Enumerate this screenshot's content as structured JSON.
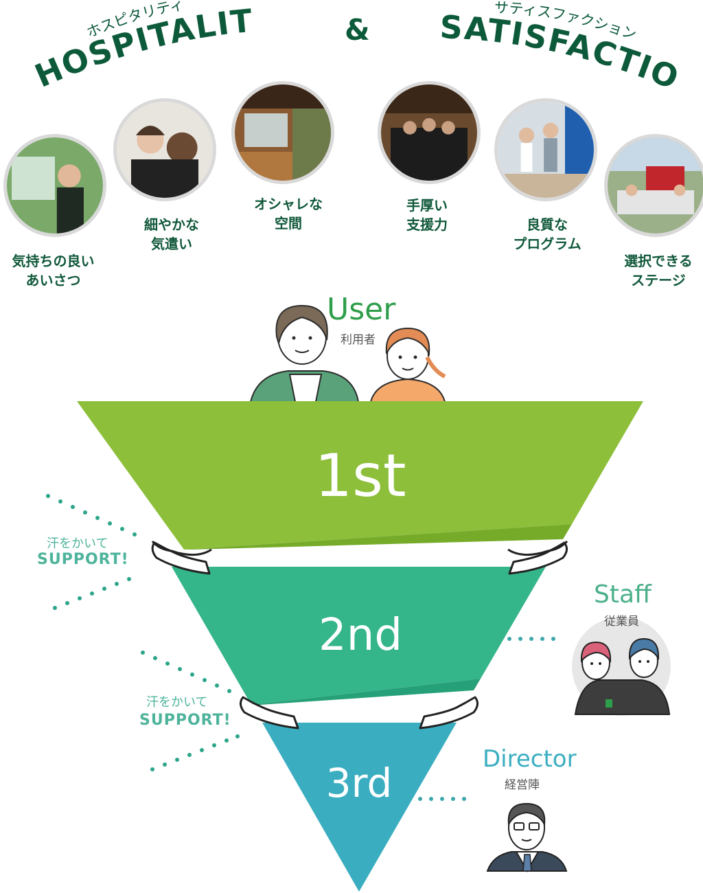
{
  "header": {
    "hospitality_kana": "ホスピタリティ",
    "hospitality": "HOSPITALITY",
    "amp": "&",
    "satisfaction_kana": "サティスファクション",
    "satisfaction": "SATISFACTION"
  },
  "photos": [
    {
      "caption": "気持ちの良い\nあいさつ"
    },
    {
      "caption": "細やかな\n気遣い"
    },
    {
      "caption": "オシャレな\n空間"
    },
    {
      "caption": "手厚い\n支援力"
    },
    {
      "caption": "良質な\nプログラム"
    },
    {
      "caption": "選択できる\nステージ"
    }
  ],
  "roles": {
    "user": {
      "en": "User",
      "ja": "利用者"
    },
    "staff": {
      "en": "Staff",
      "ja": "従業員"
    },
    "director": {
      "en": "Director",
      "ja": "経営陣"
    }
  },
  "tiers": [
    {
      "label": "1st",
      "color": "#8dbf3a"
    },
    {
      "label": "2nd",
      "color": "#34b58a"
    },
    {
      "label": "3rd",
      "color": "#3aaec0"
    }
  ],
  "support": [
    {
      "ja": "汗をかいて",
      "en": "SUPPORT!"
    },
    {
      "ja": "汗をかいて",
      "en": "SUPPORT!"
    }
  ],
  "colors": {
    "brand_dark_green": "#0d5a3a",
    "user_label": "#2e9e4a",
    "staff_label": "#4cb08a",
    "director_label": "#3aaec0",
    "support_text": "#4db39b"
  }
}
